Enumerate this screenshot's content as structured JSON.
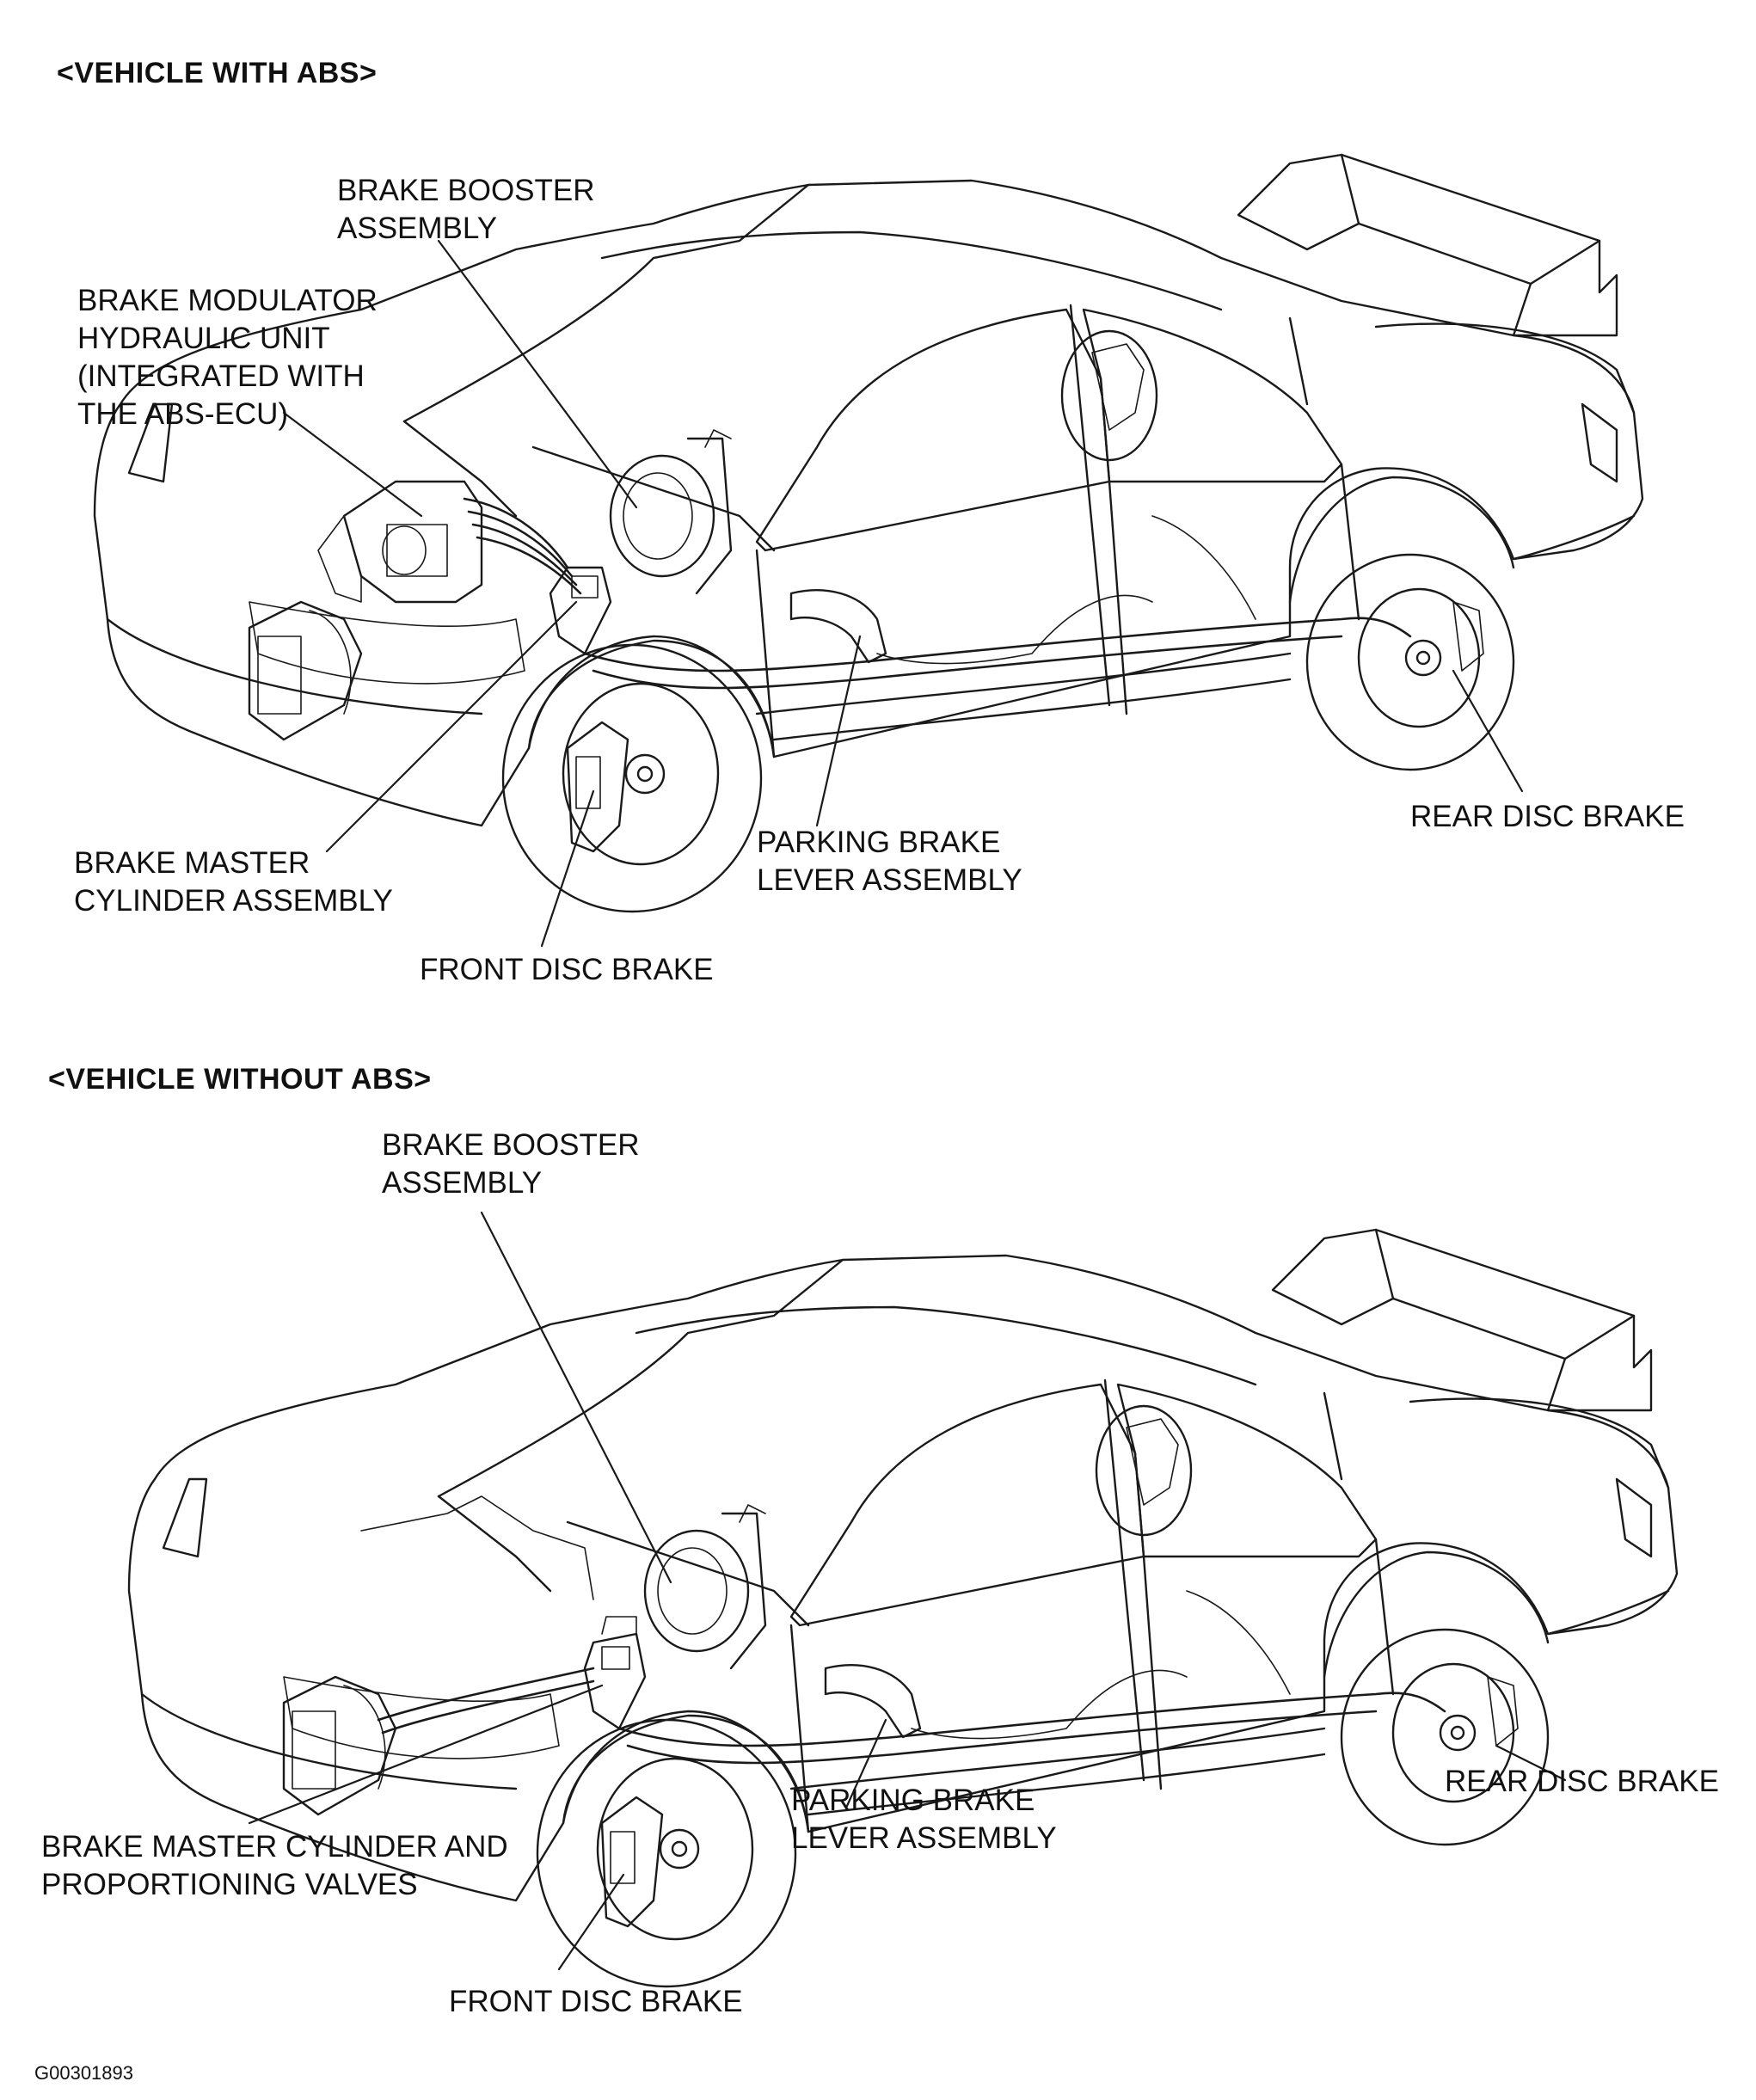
{
  "diagrams": [
    {
      "heading": "<VEHICLE WITH ABS>",
      "labels": {
        "brake_booster": "BRAKE BOOSTER\nASSEMBLY",
        "modulator": "BRAKE MODULATOR\nHYDRAULIC UNIT\n(INTEGRATED WITH\nTHE ABS-ECU)",
        "master_cylinder": "BRAKE MASTER\nCYLINDER ASSEMBLY",
        "front_disc": "FRONT DISC BRAKE",
        "parking_brake": "PARKING BRAKE\nLEVER ASSEMBLY",
        "rear_disc": "REAR DISC BRAKE"
      }
    },
    {
      "heading": "<VEHICLE WITHOUT ABS>",
      "labels": {
        "brake_booster": "BRAKE BOOSTER\nASSEMBLY",
        "master_cylinder": "BRAKE MASTER CYLINDER AND\nPROPORTIONING VALVES",
        "front_disc": "FRONT DISC BRAKE",
        "parking_brake": "PARKING BRAKE\nLEVER ASSEMBLY",
        "rear_disc": "REAR DISC BRAKE"
      }
    }
  ],
  "figure_code": "G00301893"
}
